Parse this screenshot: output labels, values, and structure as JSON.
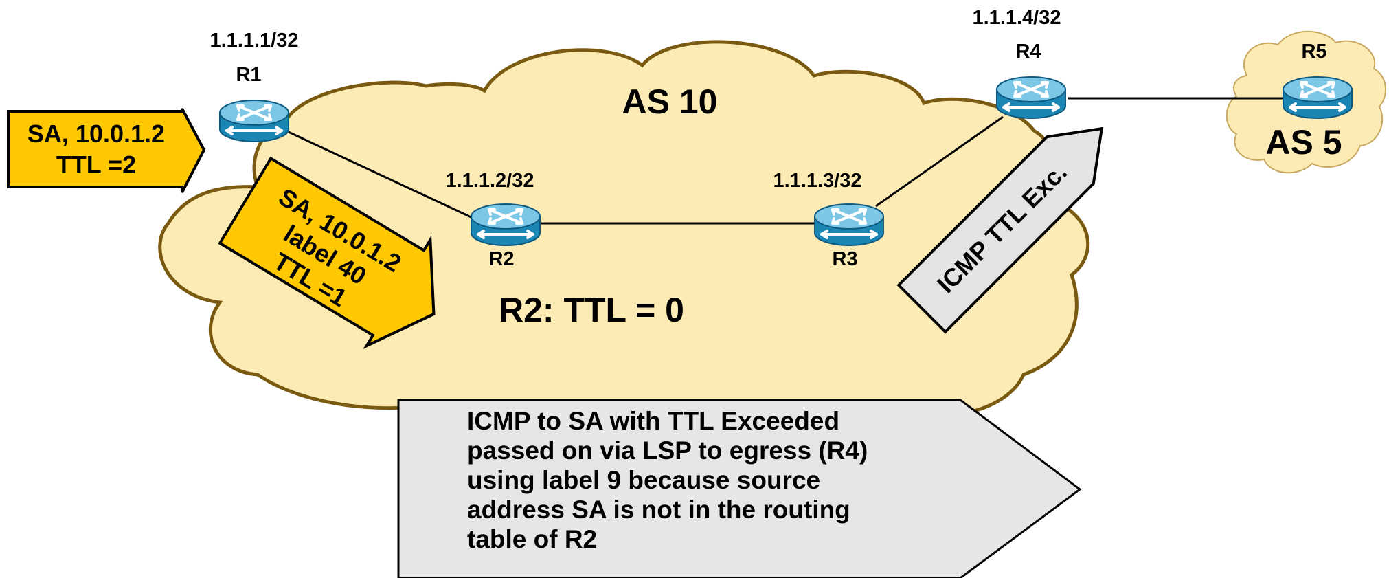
{
  "clouds": {
    "main": {
      "label": "AS 10",
      "fill": "#FDEBB5",
      "stroke": "#7A5A10"
    },
    "external": {
      "label": "AS 5",
      "fill": "#FDEBB5",
      "stroke": "#C8A860"
    }
  },
  "routers": {
    "r1": {
      "name": "R1",
      "address": "1.1.1.1/32"
    },
    "r2": {
      "name": "R2",
      "address": "1.1.1.2/32"
    },
    "r3": {
      "name": "R3",
      "address": "1.1.1.3/32"
    },
    "r4": {
      "name": "R4",
      "address": "1.1.1.4/32"
    },
    "r5": {
      "name": "R5",
      "address": ""
    }
  },
  "router_colors": {
    "body": "#1B86B4",
    "top": "#7CC6E6",
    "rim": "#0E5A80",
    "arrows": "#FFFFFF"
  },
  "packets": {
    "incoming": {
      "lines": [
        "SA, 10.0.1.2",
        "TTL =2"
      ],
      "fill": "#FFC800"
    },
    "labeled": {
      "lines": [
        "SA, 10.0.1.2",
        "label 40",
        "TTL =1"
      ],
      "fill": "#FFC800"
    },
    "icmp": {
      "text": "ICMP TTL Exc.",
      "fill": "#E4E4E4"
    }
  },
  "status": {
    "text": "R2: TTL = 0"
  },
  "callout": {
    "lines": [
      "ICMP to SA with TTL Exceeded",
      "passed on via LSP to egress (R4)",
      "using label 9 because source",
      "address SA is not in the routing",
      "table of R2"
    ],
    "fill": "#E6E6E6"
  }
}
